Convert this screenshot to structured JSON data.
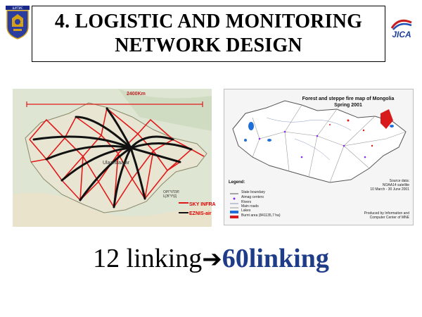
{
  "title": {
    "line1": "4. LOGISTIC AND MONITORING",
    "line2": "NETWORK DESIGN"
  },
  "logos": {
    "left_text": "ШУТИС",
    "right_text": "JICA"
  },
  "left_map": {
    "scale_label": "2400Km",
    "city_label": "Ulaanbaatar",
    "legend_small": [
      "ОРГҮЛЭЛ",
      "ЦЭГҮҮД"
    ],
    "legend_sky": "SKY INFRA",
    "legend_ezn": "EZNIS-air",
    "icons": [
      "map-icon"
    ]
  },
  "right_map": {
    "title_line1": "Forest and steppe fire map of Mongolia",
    "title_line2": "Spring 2001",
    "legend_title": "Legend:",
    "legend_items": [
      "State boundary",
      "Aimag centers",
      "Rivers",
      "Main roads",
      "Lakes",
      "Burnt area (841135,7 ha)"
    ],
    "source_lines": [
      "Source data:",
      "NOAA14 satellite",
      "10 March - 30 June 2001"
    ],
    "produced_lines": [
      "Produced by Information and",
      "Computer Center of MNE"
    ],
    "colors": {
      "lakes": "#1e6fd9",
      "burnt": "#d81a1a"
    }
  },
  "caption": {
    "before": "12 linking",
    "arrow": "➔",
    "after": "60linking"
  },
  "colors": {
    "accent_blue": "#1f3c88",
    "route_red": "#e01a1a"
  }
}
